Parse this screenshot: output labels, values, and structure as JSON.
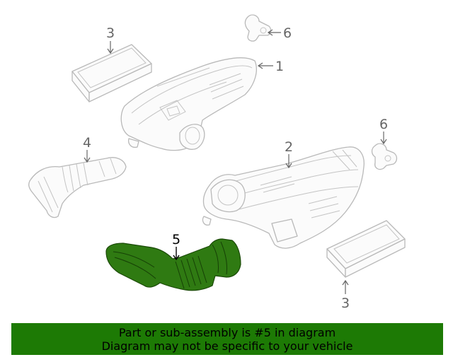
{
  "callouts": {
    "filter_top": "3",
    "sensor_top": "6",
    "housing_top": "1",
    "duct_left": "4",
    "housing_bottom": "2",
    "sensor_right": "6",
    "highlighted_duct": "5",
    "filter_bottom": "3"
  },
  "highlight_color": "#2f7a12",
  "banner": {
    "line1": "Part or sub-assembly is #5 in diagram",
    "line2": "Diagram may not be specific to your vehicle",
    "background": "#1d7a05"
  }
}
